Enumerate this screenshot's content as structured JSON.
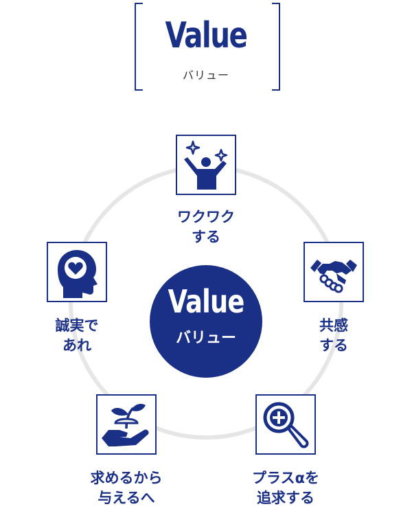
{
  "header": {
    "title_en": "Value",
    "title_ja": "バリュー"
  },
  "center": {
    "title_en": "Value",
    "title_ja": "バリュー"
  },
  "values": [
    {
      "line1": "ワクワク",
      "line2": "する",
      "icon": "cheering-person-icon"
    },
    {
      "line1": "共感",
      "line2": "する",
      "icon": "handshake-icon"
    },
    {
      "line1": "プラスαを",
      "line2": "追求する",
      "icon": "magnifier-plus-icon"
    },
    {
      "line1": "求めるから",
      "line2": "与えるへ",
      "icon": "hand-sprout-icon"
    },
    {
      "line1": "誠実で",
      "line2": "あれ",
      "icon": "head-heart-icon"
    }
  ],
  "colors": {
    "navy": "#1a2f86",
    "ring": "#e6e6e6"
  }
}
